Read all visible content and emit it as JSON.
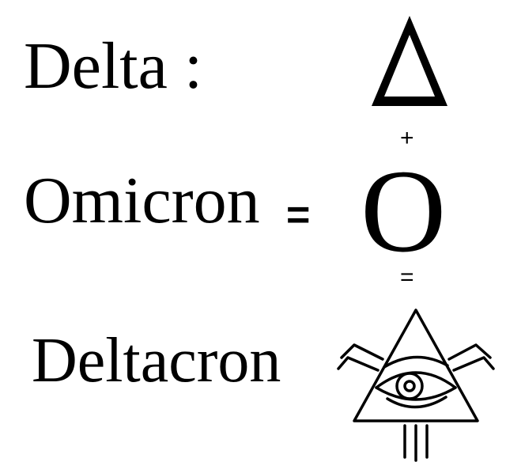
{
  "rows": {
    "delta": {
      "word": "Delta :",
      "symbol": "Δ"
    },
    "omicron": {
      "word": "Omicron",
      "operator": "=",
      "symbol": "O"
    },
    "deltacron": {
      "word": "Deltacron"
    }
  },
  "operators": {
    "plus": "+",
    "equals": "="
  },
  "icons": {
    "delta_symbol": "delta-triangle-icon",
    "result_symbol": "all-seeing-eye-triangle-icon"
  },
  "colors": {
    "ink": "#000000",
    "background": "#ffffff"
  }
}
